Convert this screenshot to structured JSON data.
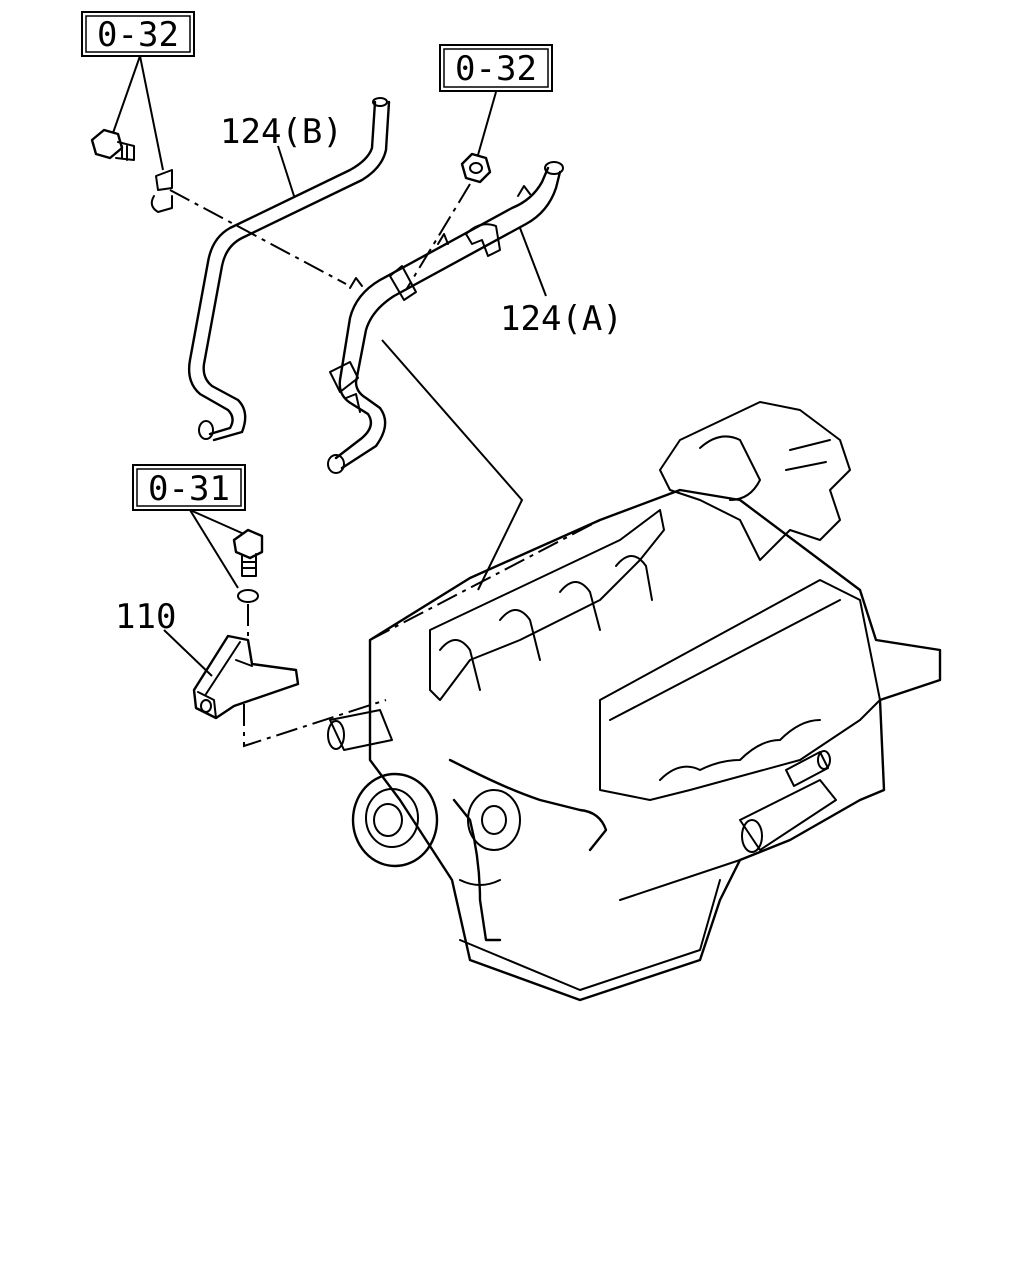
{
  "diagram": {
    "references": {
      "ref_top_left": "0-32",
      "ref_top_center": "0-32",
      "ref_mid_left": "0-31"
    },
    "parts": {
      "pipe_b": "124(B)",
      "pipe_a": "124(A)",
      "bracket": "110"
    }
  }
}
